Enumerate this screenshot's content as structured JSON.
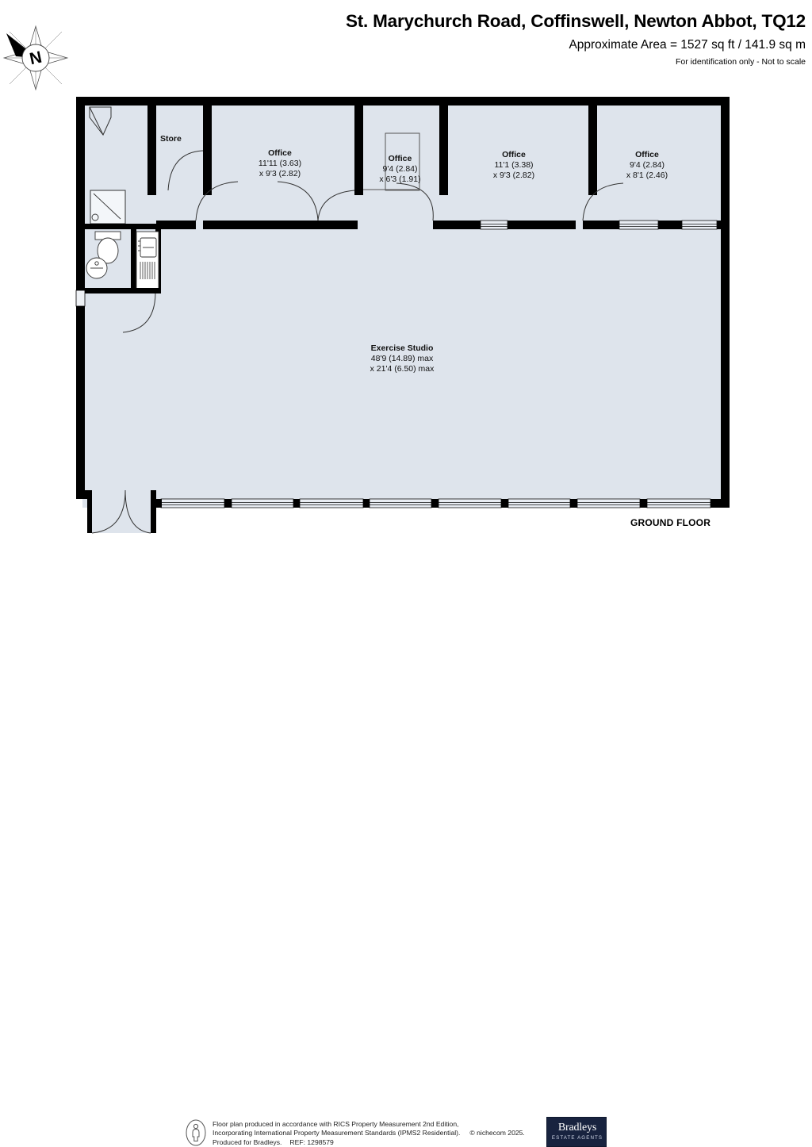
{
  "header": {
    "title": "St. Marychurch Road, Coffinswell, Newton Abbot, TQ12",
    "area": "Approximate Area = 1527 sq ft / 141.9 sq m",
    "disclaimer": "For identification only - Not to scale"
  },
  "compass": {
    "north_label": "N"
  },
  "plan": {
    "floor_label": "GROUND FLOOR",
    "background_color": "#dee4ec",
    "wall_color": "#000000",
    "rooms": [
      {
        "id": "store",
        "name": "Store",
        "dim1": "",
        "dim2": ""
      },
      {
        "id": "office-1",
        "name": "Office",
        "dim1": "11'11 (3.63)",
        "dim2": "x 9'3 (2.82)"
      },
      {
        "id": "office-2",
        "name": "Office",
        "dim1": "9'4 (2.84)",
        "dim2": "x 6'3 (1.91)"
      },
      {
        "id": "office-3",
        "name": "Office",
        "dim1": "11'1 (3.38)",
        "dim2": "x 9'3 (2.82)"
      },
      {
        "id": "office-4",
        "name": "Office",
        "dim1": "9'4 (2.84)",
        "dim2": "x 8'1 (2.46)"
      },
      {
        "id": "exercise-studio",
        "name": "Exercise Studio",
        "dim1": "48'9 (14.89) max",
        "dim2": "x 21'4 (6.50) max"
      }
    ]
  },
  "footer": {
    "line1": "Floor plan produced in accordance with RICS Property Measurement 2nd Edition,",
    "line2": "Incorporating International Property Measurement Standards (IPMS2 Residential).",
    "copyright": "© nichecom 2025.",
    "line3": "Produced for Bradleys.",
    "ref": "REF: 1298579",
    "logo_name": "Bradleys",
    "logo_sub": "ESTATE AGENTS"
  }
}
